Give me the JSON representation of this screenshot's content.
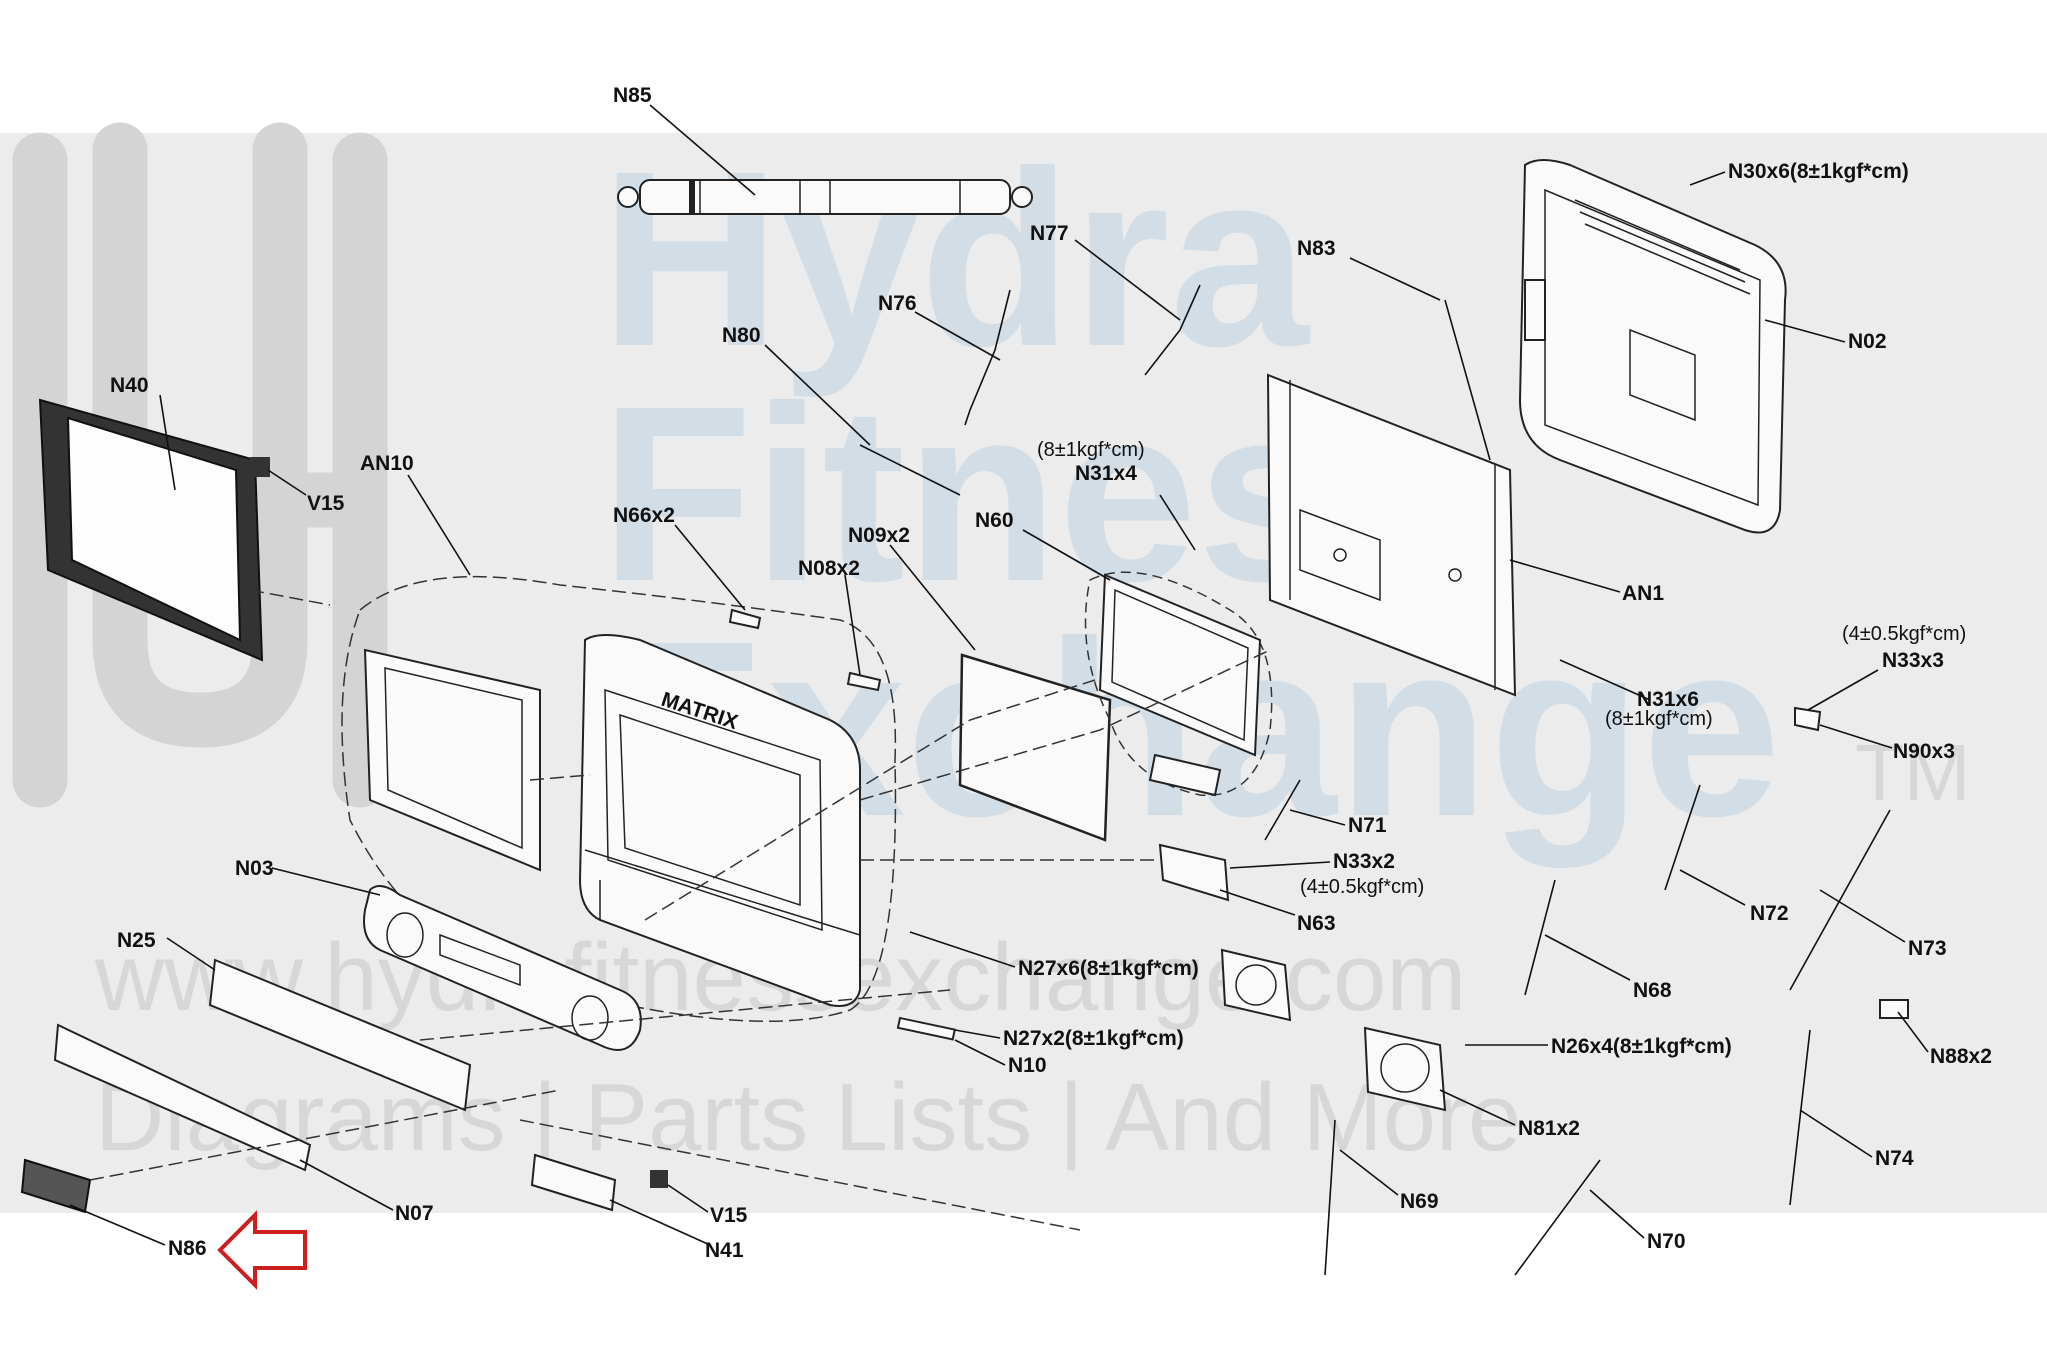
{
  "watermark": {
    "line1": "Hydra",
    "line2": "Fitness",
    "line3": "Exchange",
    "trademark": "TM",
    "url": "www.hydrafitnessexchange.com",
    "tagline": "Diagrams | Parts Lists | And More"
  },
  "labels": {
    "n85": "N85",
    "n77": "N77",
    "n83": "N83",
    "n30": "N30x6(8±1kgf*cm)",
    "n02": "N02",
    "n76": "N76",
    "n80": "N80",
    "n40": "N40",
    "v15_top": "V15",
    "an10": "AN10",
    "n66": "N66x2",
    "n31x4_torque": "(8±1kgf*cm)",
    "n31x4": "N31x4",
    "n60": "N60",
    "n09": "N09x2",
    "n08": "N08x2",
    "an1": "AN1",
    "n33x3_torque": "(4±0.5kgf*cm)",
    "n33x3": "N33x3",
    "n31x6": "N31x6",
    "n31x6_torque": "(8±1kgf*cm)",
    "n90": "N90x3",
    "n71": "N71",
    "n03": "N03",
    "n33x2": "N33x2",
    "n33x2_torque": "(4±0.5kgf*cm)",
    "n72": "N72",
    "n73": "N73",
    "n63": "N63",
    "n25": "N25",
    "n27x6": "N27x6(8±1kgf*cm)",
    "n68": "N68",
    "n27x2": "N27x2(8±1kgf*cm)",
    "n10": "N10",
    "n26": "N26x4(8±1kgf*cm)",
    "n88": "N88x2",
    "n81": "N81x2",
    "n74": "N74",
    "n69": "N69",
    "n07": "N07",
    "v15_bottom": "V15",
    "n70": "N70",
    "n86": "N86",
    "n41": "N41",
    "console_logo": "MATRIX"
  },
  "colors": {
    "watermark_blue": "#d2dde6",
    "watermark_gray": "#d7d7d7",
    "watermark_band": "#ececec",
    "callout_arrow": "#cc1f1f"
  }
}
